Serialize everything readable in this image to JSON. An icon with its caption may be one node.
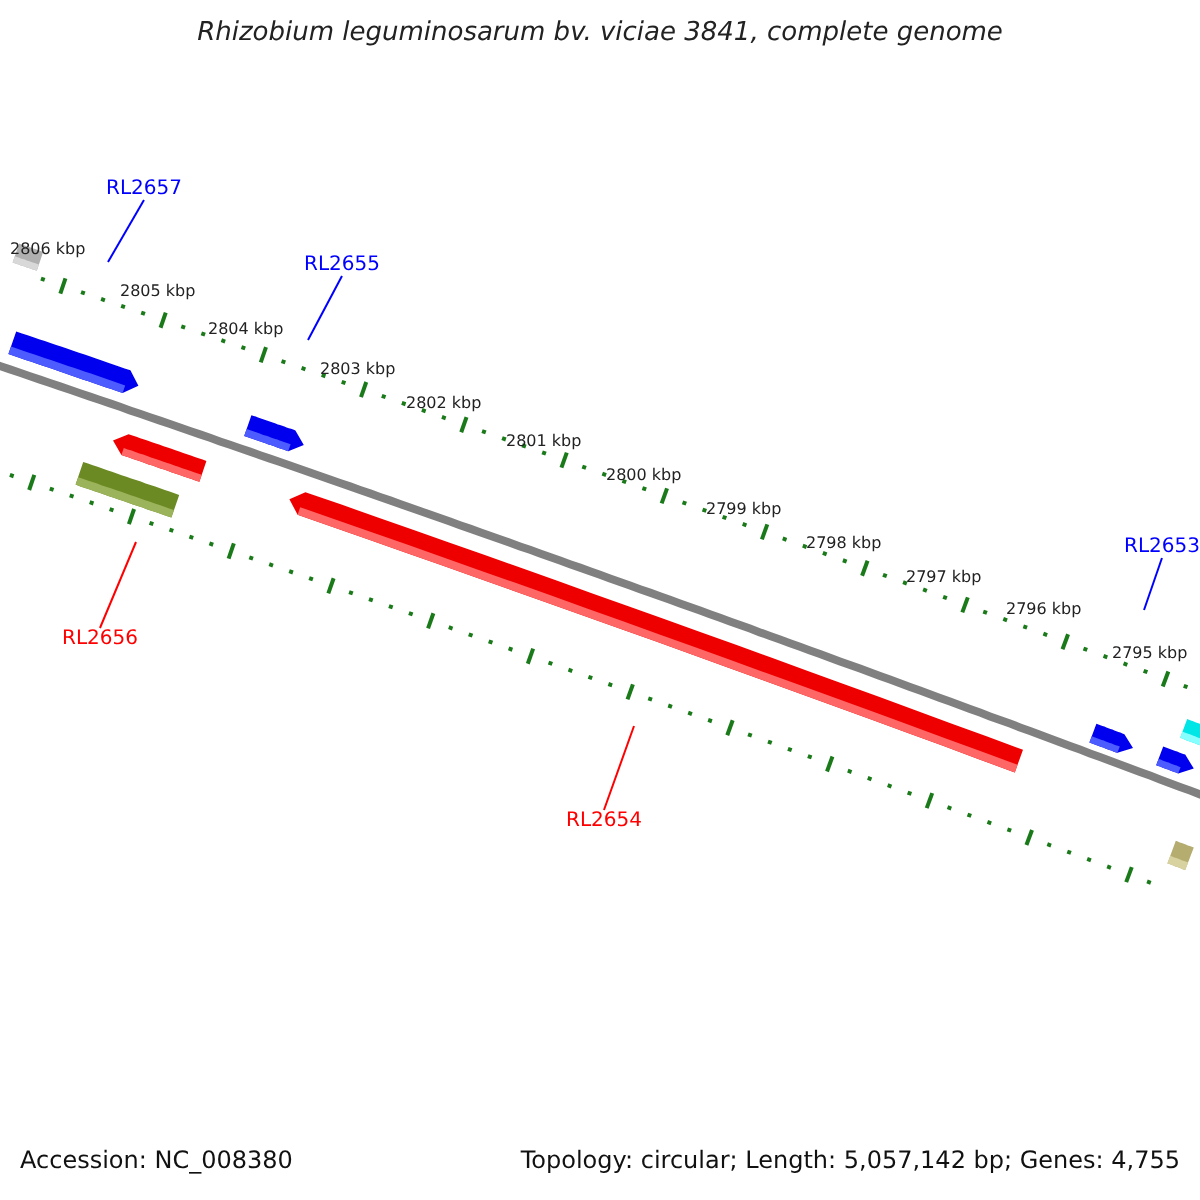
{
  "diagram": {
    "title": "Rhizobium leguminosarum bv. viciae 3841, complete genome",
    "nodes": [
      {
        "text": [
          "RL2657"
        ]
      },
      {
        "text": [
          "RL2655"
        ]
      },
      {
        "text": [
          "RL2653"
        ]
      },
      {
        "text": [
          "RL2656"
        ]
      },
      {
        "text": [
          "RL2654"
        ]
      }
    ],
    "edges": [
      {
        "from": 0,
        "to": null,
        "arrow": "none"
      },
      {
        "from": 1,
        "to": null,
        "arrow": "none"
      },
      {
        "from": 2,
        "to": null,
        "arrow": "none"
      },
      {
        "from": 3,
        "to": null,
        "arrow": "none",
        "color": "#ff0000"
      },
      {
        "from": 4,
        "to": null,
        "arrow": "none",
        "color": "#ff0000"
      }
    ],
    "labels": [
      "2806 kbp",
      "2805 kbp",
      "2804 kbp",
      "2803 kbp",
      "2802 kbp",
      "2801 kbp",
      "2800 kbp",
      "2799 kbp",
      "2798 kbp",
      "2797 kbp",
      "2796 kbp",
      "2795 kbp",
      "Accession: NC_008380",
      "Topology: circular; Length: 5,057,142 bp; Genes: 4,755"
    ]
  }
}
